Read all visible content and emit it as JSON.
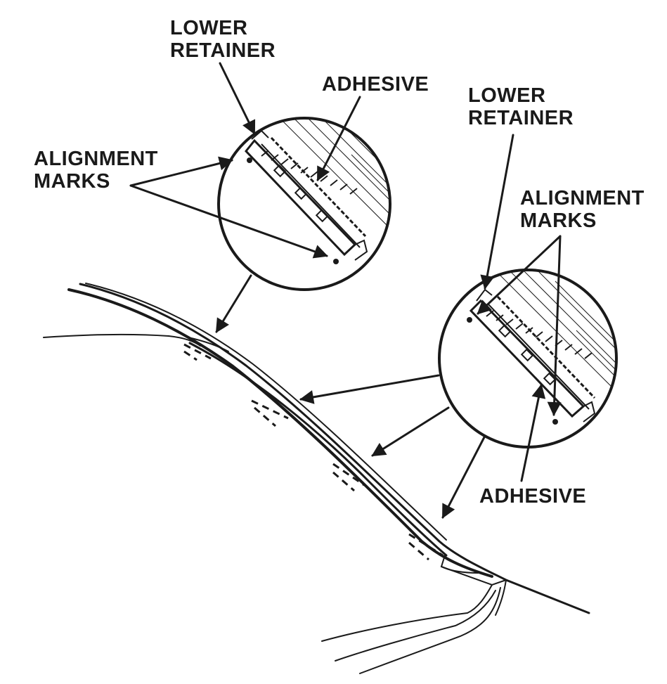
{
  "callout_left": {
    "retainer_line1": "LOWER",
    "retainer_line2": "RETAINER",
    "adhesive": "ADHESIVE",
    "marks_line1": "ALIGNMENT",
    "marks_line2": "MARKS"
  },
  "callout_right": {
    "retainer_line1": "LOWER",
    "retainer_line2": "RETAINER",
    "marks_line1": "ALIGNMENT",
    "marks_line2": "MARKS",
    "adhesive": "ADHESIVE"
  },
  "colors": {
    "ink": "#1a1a1a",
    "paper": "#ffffff"
  }
}
